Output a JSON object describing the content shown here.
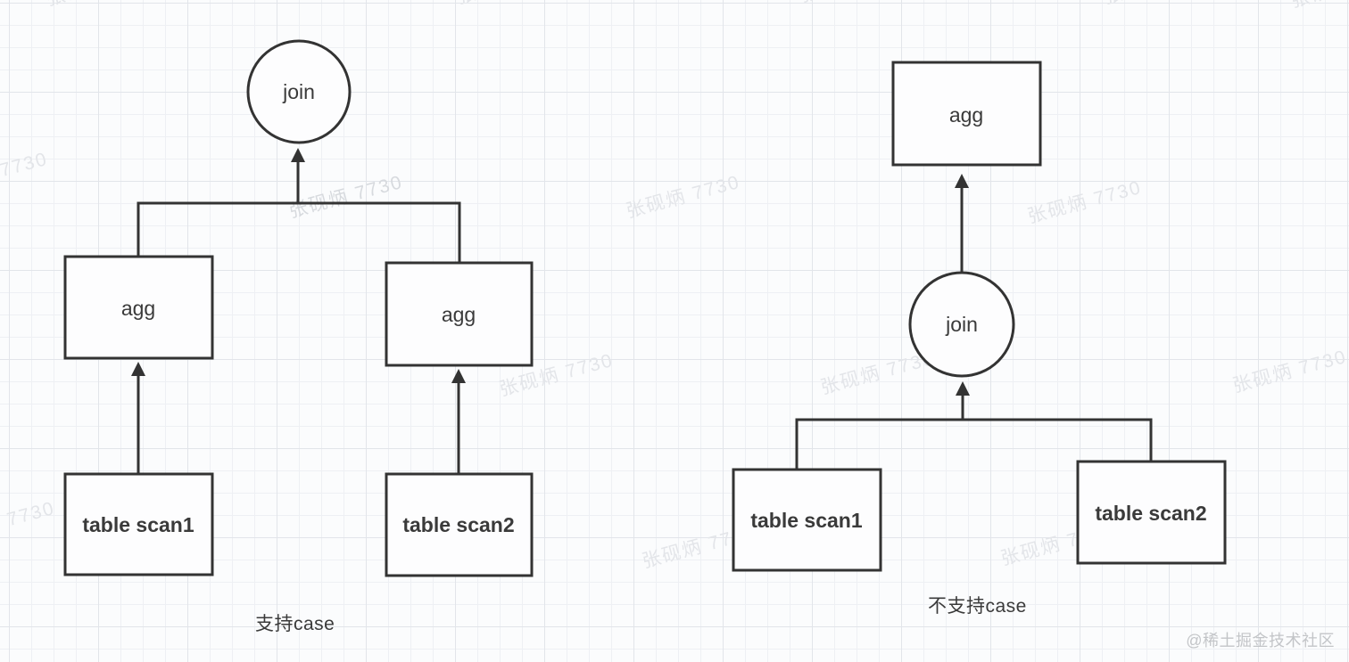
{
  "left_diagram": {
    "join_label": "join",
    "agg1_label": "agg",
    "agg2_label": "agg",
    "scan1_label": "table scan1",
    "scan2_label": "table scan2",
    "caption": "支持case"
  },
  "right_diagram": {
    "agg_label": "agg",
    "join_label": "join",
    "scan1_label": "table scan1",
    "scan2_label": "table scan2",
    "caption": "不支持case"
  },
  "watermark": {
    "text": "张砚炳 7730",
    "credit": "@稀土掘金技术社区"
  },
  "colors": {
    "shape_stroke": "#333333",
    "shape_fill": "#fdfdfe",
    "text": "#3a3a3a",
    "grid_minor": "#eef0f4",
    "grid_major": "#e2e5ea",
    "background": "#fbfcfd",
    "watermark": "#e3e5e9",
    "credit": "#c3c5c8"
  }
}
